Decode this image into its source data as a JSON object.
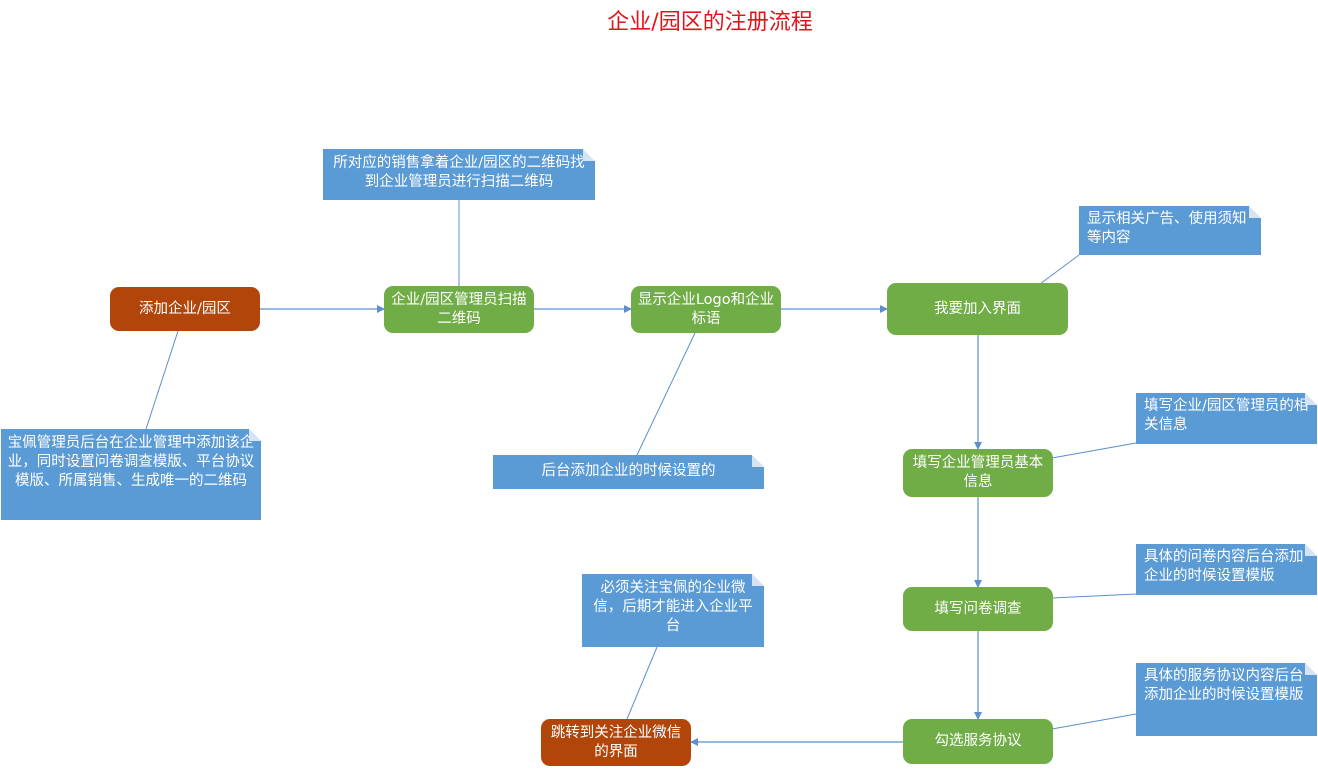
{
  "title": "企业/园区的注册流程",
  "colors": {
    "title": "#e0141a",
    "process_node": "#70ad47",
    "terminal_node": "#b2450a",
    "note": "#5b9bd5",
    "connector": "#5b8fcf"
  },
  "nodes": {
    "add_enterprise": "添加企业/园区",
    "admin_scan": "企业/园区管理员扫描二维码",
    "show_logo": "显示企业Logo和企业标语",
    "join_page": "我要加入界面",
    "fill_basic_info": "填写企业管理员基本信息",
    "fill_survey": "填写问卷调查",
    "check_agreement": "勾选服务协议",
    "jump_wechat": "跳转到关注企业微信的界面"
  },
  "notes": {
    "sales_qr": "所对应的销售拿着企业/园区的二维码找到企业管理员进行扫描二维码",
    "backend_add": "宝佩管理员后台在企业管理中添加该企业，同时设置问卷调查模版、平台协议模版、所属销售、生成唯一的二维码",
    "backend_set": "后台添加企业的时候设置的",
    "ads_notice": "显示相关广告、使用须知等内容",
    "admin_info": "填写企业/园区管理员的相关信息",
    "survey_template": "具体的问卷内容后台添加企业的时候设置模版",
    "agreement_template": "具体的服务协议内容后台添加企业的时候设置模版",
    "follow_wechat": "必须关注宝佩的企业微信，后期才能进入企业平台"
  }
}
